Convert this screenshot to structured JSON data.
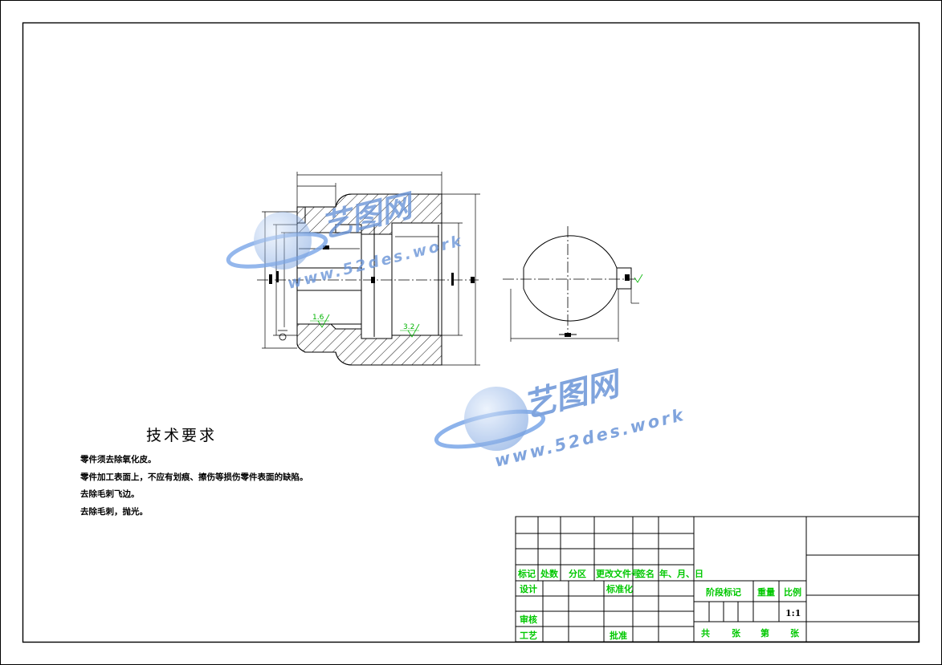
{
  "technical_requirements": {
    "title": "技术要求",
    "items": [
      "零件须去除氧化皮。",
      "零件加工表面上，不应有划痕、擦伤等损伤零件表面的缺陷。",
      "去除毛刺飞边。",
      "去除毛刺，抛光。"
    ]
  },
  "roughness": {
    "left": "1.6",
    "right": "3.2"
  },
  "title_block": {
    "header": [
      "标记",
      "处数",
      "分区",
      "更改文件号",
      "签名",
      "年、月、日"
    ],
    "design": "设计",
    "standardization": "标准化",
    "review": "审核",
    "process": "工艺",
    "approve": "批准",
    "stage_mark": "阶段标记",
    "weight": "重量",
    "scale_label": "比例",
    "scale_value": "1:1",
    "total": "共",
    "sheets": "张",
    "sheet_no": "第",
    "sheet_unit": "张"
  },
  "watermark": {
    "brand": "艺图网",
    "url": "www.52des.work"
  },
  "colors": {
    "line": "#000000",
    "annotation": "#00c800",
    "watermark": "#4a7fd0"
  }
}
